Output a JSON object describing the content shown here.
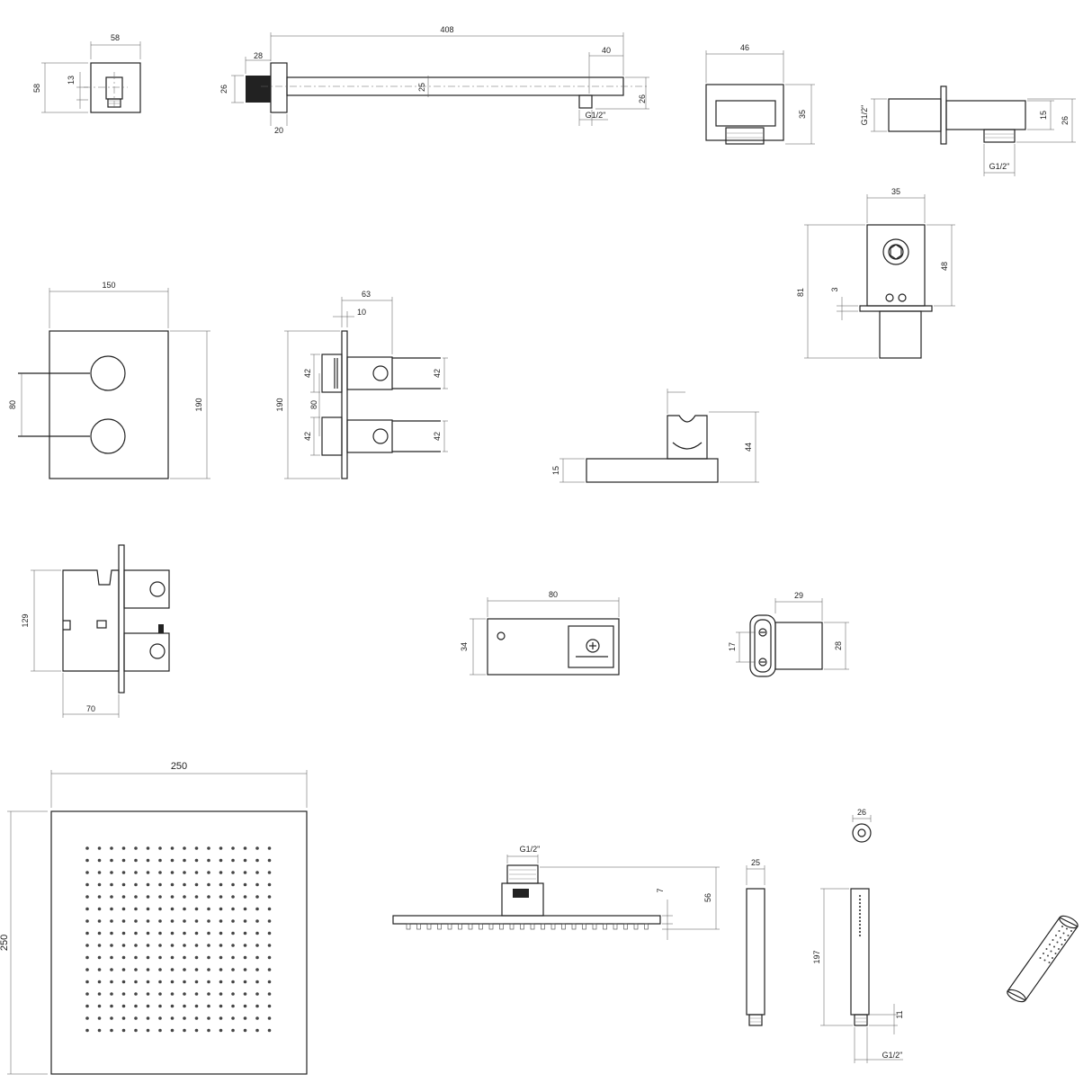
{
  "labels": {
    "wo_w": "58",
    "wo_h": "58",
    "wo_c": "13",
    "arm_len": "408",
    "arm_a": "28",
    "arm_b": "26",
    "arm_c": "25",
    "arm_d": "40",
    "arm_e": "26",
    "arm_f": "20",
    "arm_g": "G1/2\"",
    "elb_w": "46",
    "elb_h": "35",
    "spout_a": "G1/2\"",
    "spout_b": "15",
    "spout_c": "26",
    "spout_d": "G1/2\"",
    "div_w": "35",
    "div_h": "48",
    "div_t": "81",
    "div_s": "3",
    "plate_w": "150",
    "plate_h": "190",
    "plate_c": "80",
    "side_a": "63",
    "side_b": "10",
    "side_h": "190",
    "side_c": "80",
    "side_k1": "42",
    "side_k2": "42",
    "side_k3": "42",
    "side_k4": "42",
    "hold_a": "15",
    "hold_b": "44",
    "body_h": "129",
    "body_d": "70",
    "wall_w": "80",
    "wall_h": "34",
    "clip_w": "29",
    "clip_a": "17",
    "clip_b": "28",
    "sq_w": "250",
    "sq_h": "250",
    "rain_a": "G1/2\"",
    "rain_b": "7",
    "rain_c": "56",
    "hand_a": "25",
    "hand_b": "26",
    "hand_c": "197",
    "hand_d": "11",
    "hand_e": "G1/2\""
  },
  "colors": {
    "line": "#222222",
    "dim": "#555555",
    "paper": "#ffffff"
  }
}
